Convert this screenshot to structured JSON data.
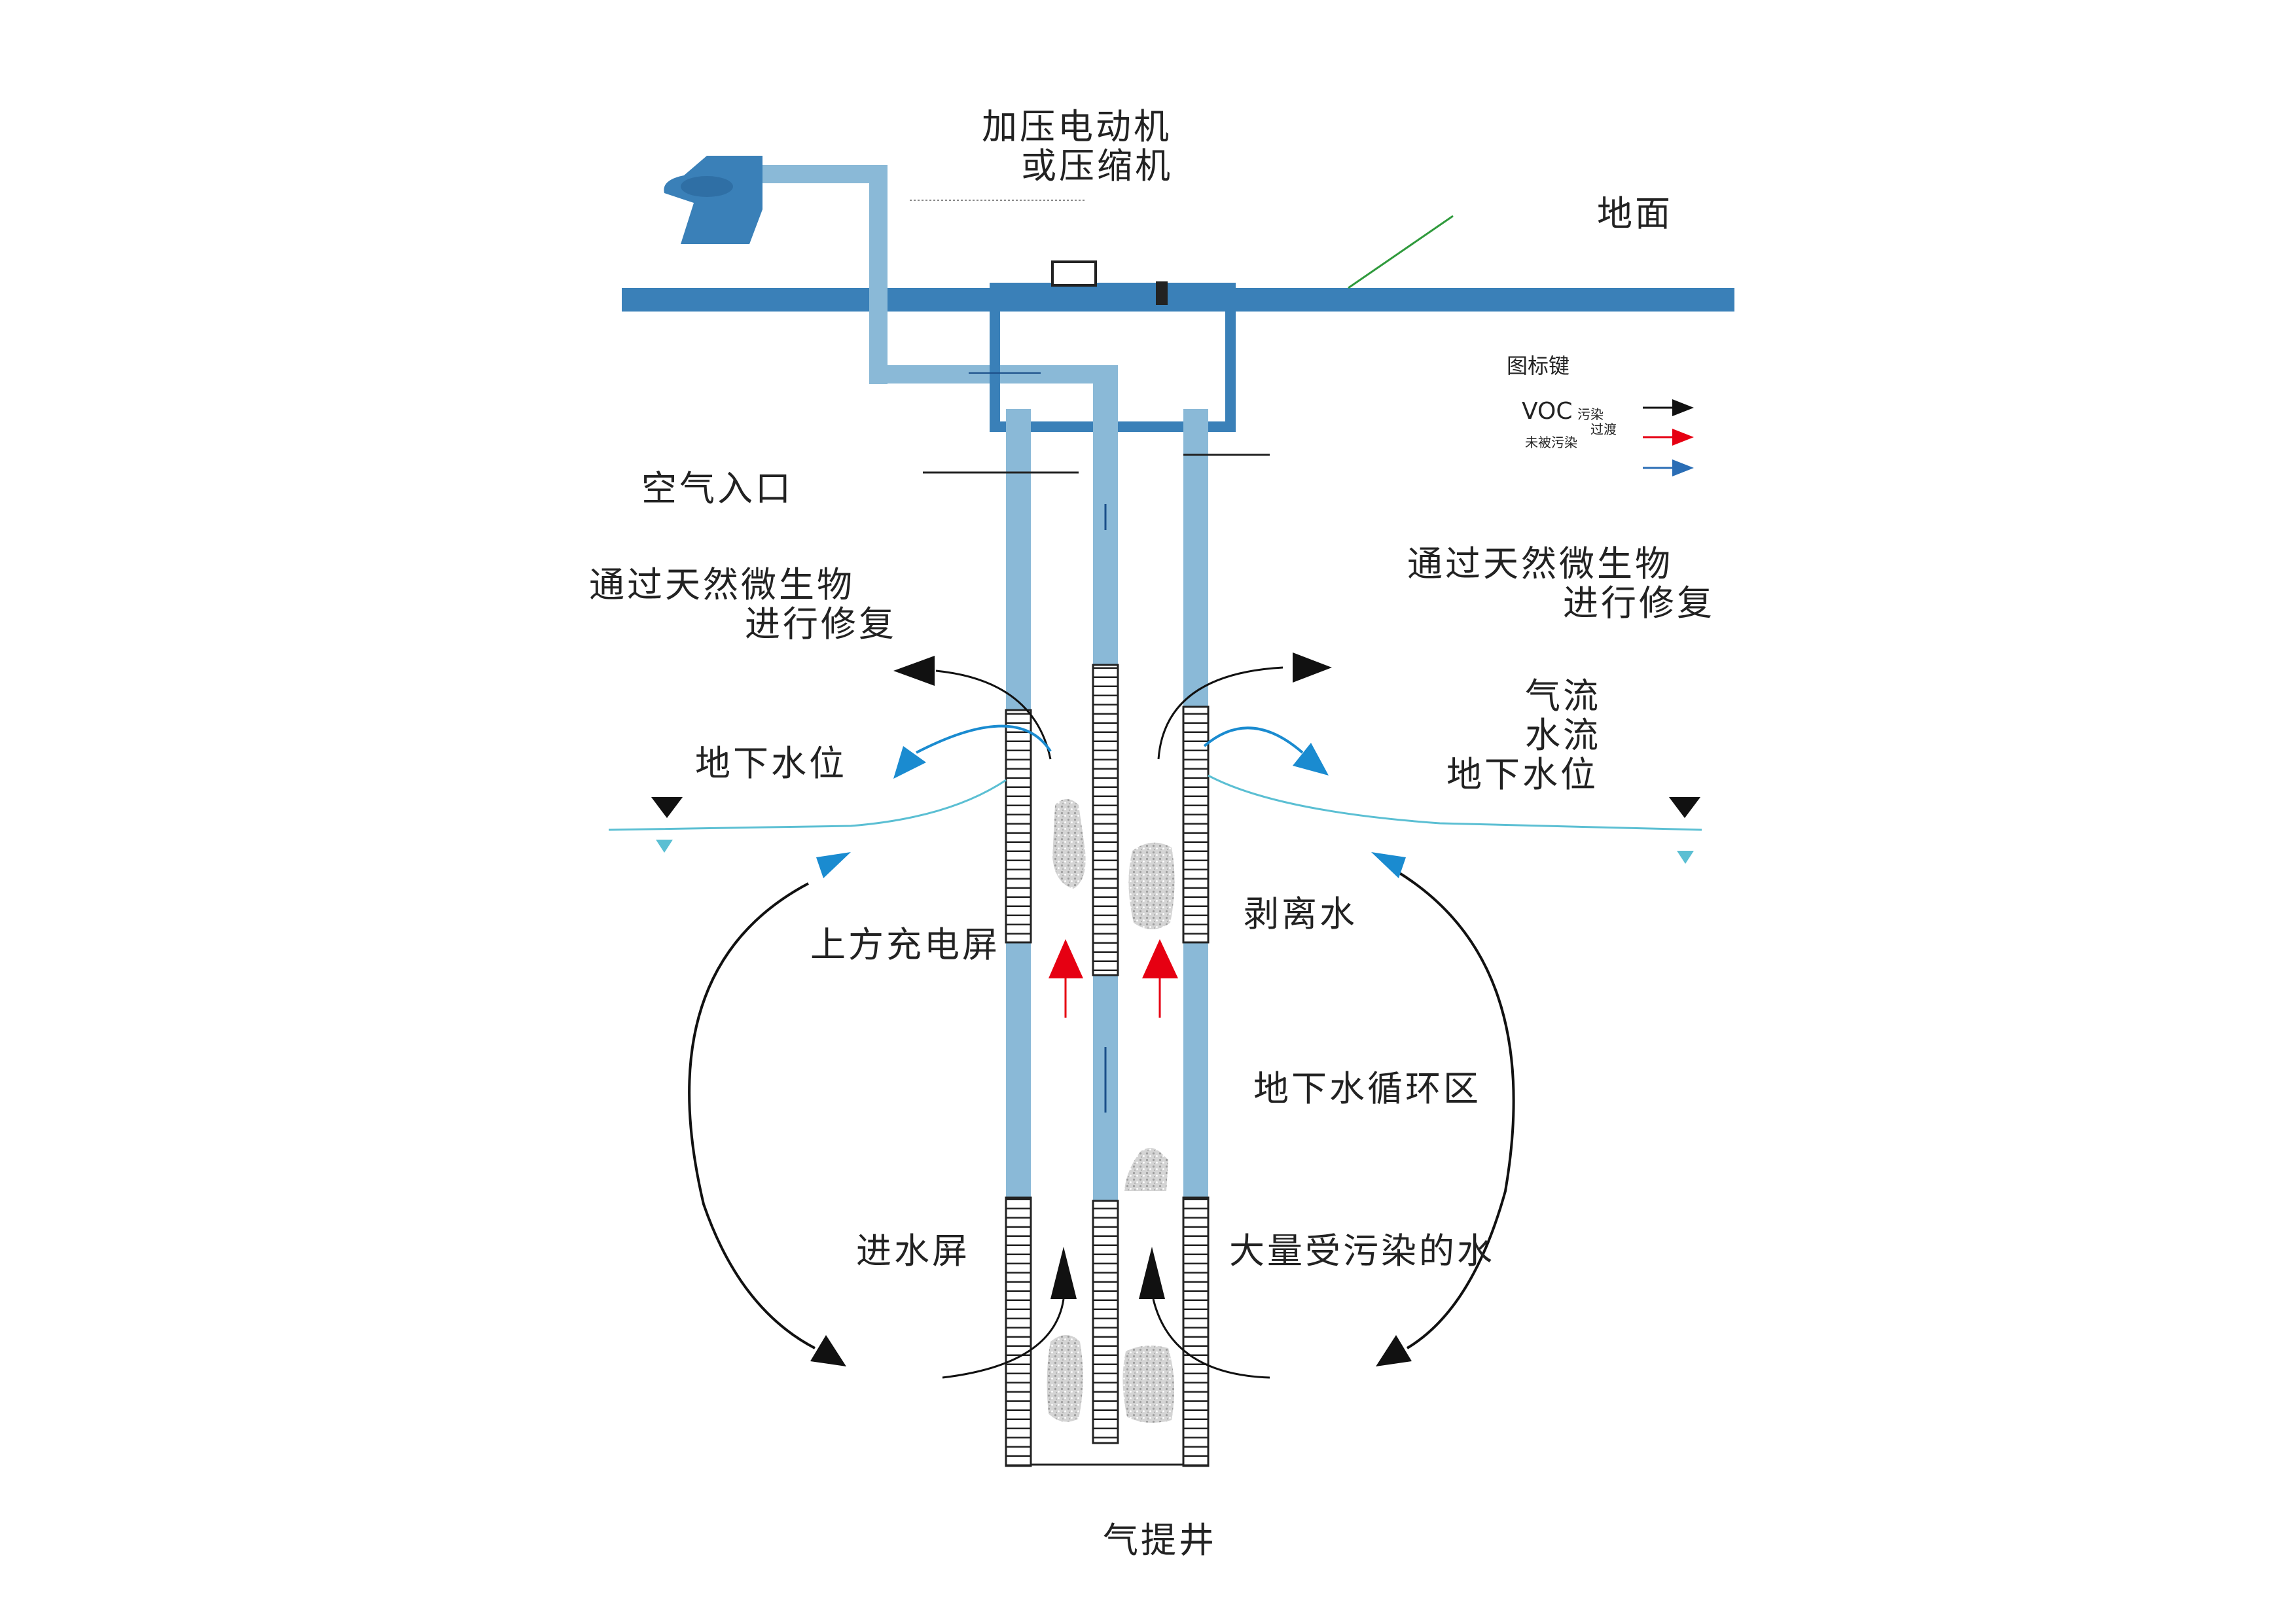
{
  "labels": {
    "compressor_line1": "加压电动机",
    "compressor_line2": "或压缩机",
    "ground": "地面",
    "air_inlet": "空气入口",
    "bio_left_line1": "通过天然微生物",
    "bio_left_line2": "进行修复",
    "bio_right_line1": "通过天然微生物",
    "bio_right_line2": "进行修复",
    "water_table_left": "地下水位",
    "flow_air": "气流",
    "flow_water": "水流",
    "water_table_right": "地下水位",
    "upper_screen": "上方充电屏",
    "stripped_water": "剥离水",
    "circulation_zone": "地下水循环区",
    "inlet_screen": "进水屏",
    "contaminated_water": "大量受污染的水",
    "well": "气提井"
  },
  "legend": {
    "title": "图标键",
    "voc": "VOC",
    "voc_sub": "污染",
    "transition": "过渡",
    "uncontaminated": "未被污染",
    "arrows": [
      {
        "name": "black-arrow",
        "color": "#111111"
      },
      {
        "name": "red-arrow",
        "color": "#e60012"
      },
      {
        "name": "blue-arrow",
        "color": "#2a6db5"
      }
    ]
  },
  "colors": {
    "dark_blue": "#3a80b8",
    "light_blue": "#8ab9d7",
    "water_line": "#5bbfd3",
    "arrow_blue": "#1a8bd0",
    "red": "#e60012",
    "black": "#111111",
    "ground_pointer": "#2f9a3c"
  }
}
